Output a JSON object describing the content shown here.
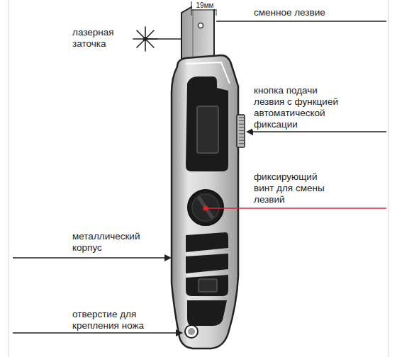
{
  "diagram": {
    "labels": [
      "19мм",
      "сменное лезвие",
      "лазерная заточка",
      "кнопка подачи лезвия с функцией автоматической фиксации",
      "фиксирующий винт для смены лезвий",
      "металлический корпус",
      "отверстие для крепления ножа"
    ]
  }
}
